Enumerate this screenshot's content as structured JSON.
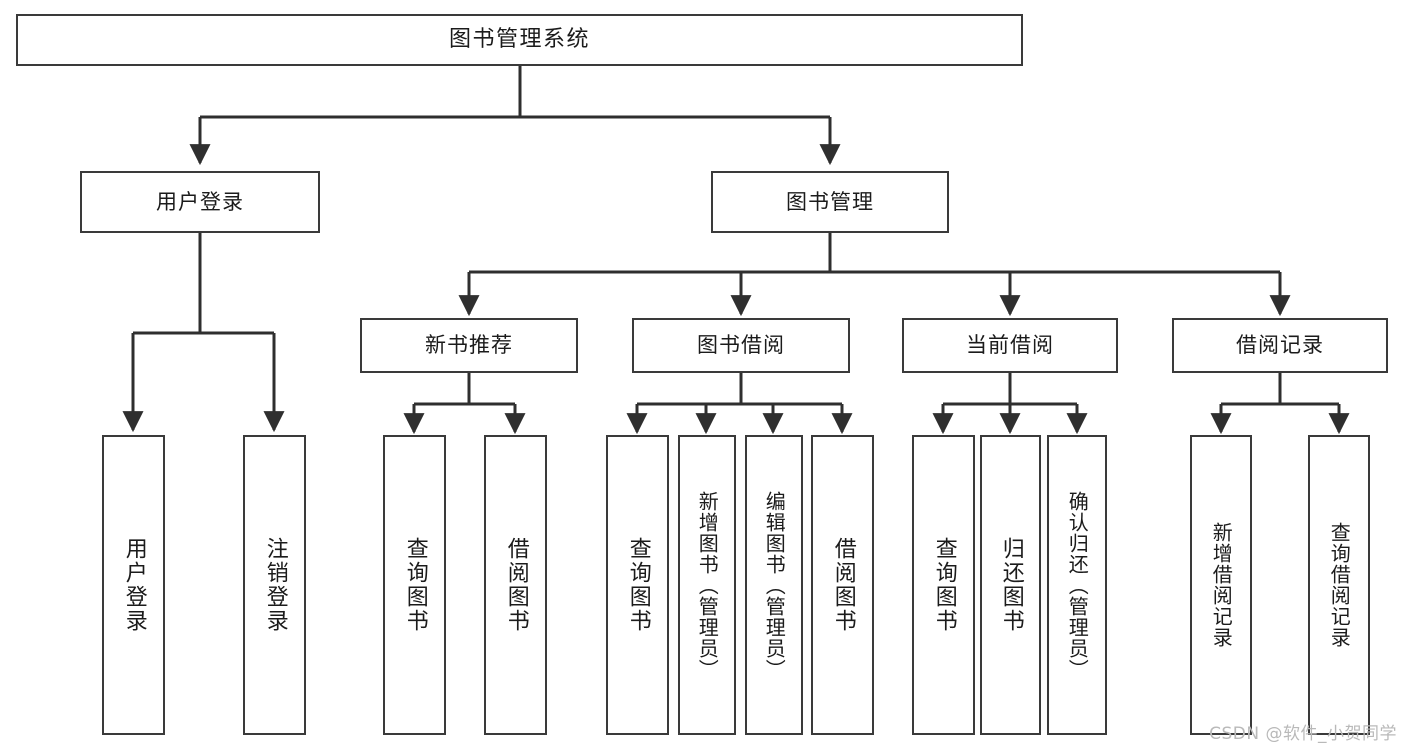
{
  "diagram": {
    "type": "tree-hierarchy",
    "title": "图书管理系统",
    "watermark": "CSDN @软件_小贺同学",
    "colors": {
      "box_border": "#3a3a3a",
      "box_fill": "#ffffff",
      "connector": "#2f2f2f",
      "text": "#1b1b1b",
      "watermark": "#b9b9b9"
    }
  },
  "nodes": {
    "root": {
      "label": "图书管理系统"
    },
    "level2": [
      {
        "label": "用户登录"
      },
      {
        "label": "图书管理"
      }
    ],
    "level3": [
      {
        "label": "新书推荐"
      },
      {
        "label": "图书借阅"
      },
      {
        "label": "当前借阅"
      },
      {
        "label": "借阅记录"
      }
    ],
    "leaves": {
      "user_login": [
        {
          "label": "用户登录"
        },
        {
          "label": "注销登录"
        }
      ],
      "new_book_recommend": [
        {
          "label": "查询图书"
        },
        {
          "label": "借阅图书"
        }
      ],
      "book_borrow": [
        {
          "label": "查询图书"
        },
        {
          "label": "新增图书（管理员）"
        },
        {
          "label": "编辑图书（管理员）"
        },
        {
          "label": "借阅图书"
        }
      ],
      "current_borrow": [
        {
          "label": "查询图书"
        },
        {
          "label": "归还图书"
        },
        {
          "label": "确认归还（管理员）"
        }
      ],
      "borrow_record": [
        {
          "label": "新增借阅记录"
        },
        {
          "label": "查询借阅记录"
        }
      ]
    }
  }
}
